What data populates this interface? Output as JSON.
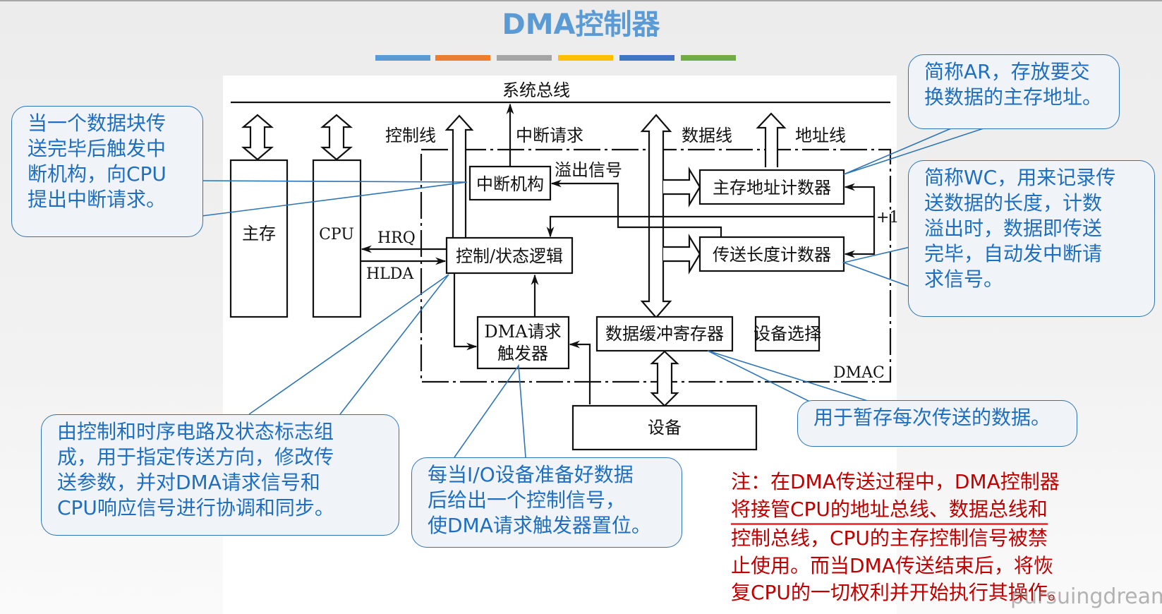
{
  "slide": {
    "title": "DMA控制器",
    "title_color": "#5b9bd5",
    "color_bars": [
      "#5b9bd5",
      "#ed7d31",
      "#a5a5a5",
      "#ffc000",
      "#4472c4",
      "#70ad47"
    ],
    "watermark": "pursuingdreams"
  },
  "diagram": {
    "system_bus": "系统总线",
    "control_line": "控制线",
    "interrupt_request": "中断请求",
    "data_line": "数据线",
    "address_line": "地址线",
    "overflow_signal": "溢出信号",
    "main_memory": "主存",
    "cpu": "CPU",
    "hrq": "HRQ",
    "hlda": "HLDA",
    "interrupt_unit": "中断机构",
    "control_logic": "控制/状态逻辑",
    "address_counter": "主存地址计数器",
    "length_counter": "传送长度计数器",
    "plus_one": "+1",
    "dma_trigger_line1": "DMA请求",
    "dma_trigger_line2": "触发器",
    "data_buffer": "数据缓冲寄存器",
    "device_select": "设备选择",
    "dmac": "DMAC",
    "device": "设备"
  },
  "callouts": {
    "interrupt": [
      "当一个数据块传",
      "送完毕后触发中",
      "断机构，向CPU",
      "提出中断请求。"
    ],
    "ar": [
      "简称AR，存放要交",
      "换数据的主存地址。"
    ],
    "wc": [
      "简称WC，用来记录传",
      "送数据的长度，计数",
      "溢出时，数据即传送",
      "完毕，自动发中断请",
      "求信号。"
    ],
    "buffer": [
      "用于暂存每次传送的数据。"
    ],
    "control_logic": [
      "由控制和时序电路及状态标志组",
      "成，用于指定传送方向，修改传",
      "送参数，并对DMA请求信号和",
      "CPU响应信号进行协调和同步。"
    ],
    "trigger": [
      "每当I/O设备准备好数据",
      "后给出一个控制信号，",
      "使DMA请求触发器置位。"
    ]
  },
  "note": {
    "color": "#c00000",
    "lines": [
      "注：在DMA传送过程中，DMA控制器",
      "将接管CPU的地址总线、数据总线和",
      "控制总线，CPU的主存控制信号被禁",
      "止使用。而当DMA传送结束后，将恢",
      "复CPU的一切权利并开始执行其操作。"
    ]
  }
}
